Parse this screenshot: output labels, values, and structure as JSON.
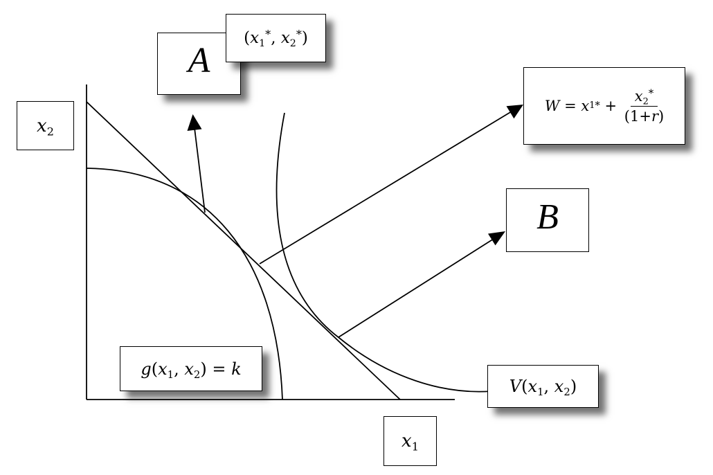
{
  "diagram": {
    "point_a_label": "A",
    "point_b_label": "B",
    "axes": {
      "x_var": "x",
      "x_sub": "1",
      "y_var": "x",
      "y_sub": "2"
    },
    "optimum_label": {
      "open": "(",
      "x1": "x",
      "x1_sub": "1",
      "x1_star": "*",
      "sep": ", ",
      "x2": "x",
      "x2_sub": "2",
      "x2_star": "*",
      "close": ")"
    },
    "wealth_formula": {
      "lhs": "W",
      "eq": " = ",
      "x1": "x",
      "x1_sub": "1",
      "x1_star": "*",
      "plus": " + ",
      "num_var": "x",
      "num_sub": "2",
      "num_star": "*",
      "den_open": "(1+",
      "den_var": "r",
      "den_close": ")"
    },
    "constraint_label": {
      "fn": "g",
      "open": "(",
      "x1": "x",
      "x1_sub": "1",
      "sep": ", ",
      "x2": "x",
      "x2_sub": "2",
      "close": ")",
      "eq": " = ",
      "k": "k"
    },
    "utility_label": {
      "fn": "V",
      "open": "(",
      "x1": "x",
      "x1_sub": "1",
      "sep": ", ",
      "x2": "x",
      "x2_sub": "2",
      "close": ")"
    }
  }
}
